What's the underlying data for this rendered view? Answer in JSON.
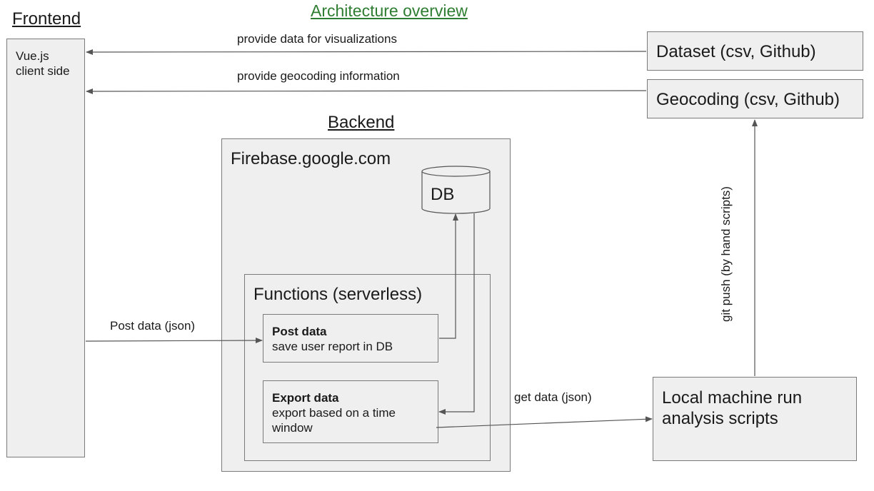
{
  "diagram": {
    "title": "Architecture overview",
    "sections": {
      "frontend": "Frontend",
      "backend": "Backend"
    },
    "nodes": {
      "vue_client": [
        "Vue.js",
        "client side"
      ],
      "dataset": "Dataset (csv, Github)",
      "geocoding": "Geocoding (csv, Github)",
      "firebase": "Firebase.google.com",
      "db": "DB",
      "functions": "Functions (serverless)",
      "post_data": {
        "title": "Post data",
        "desc": "save user report in DB"
      },
      "export_data": {
        "title": "Export data",
        "desc": "export based on a time window"
      },
      "local_machine": "Local machine run analysis scripts"
    },
    "edges": {
      "dataset_to_client": "provide data for visualizations",
      "geocoding_to_client": "provide geocoding information",
      "client_to_post": "Post data (json)",
      "export_to_local": "get data (json)",
      "local_to_geocoding": "git push (by hand scripts)"
    },
    "colors": {
      "title": "#2e7d32",
      "box_fill": "#efefef",
      "box_border": "#7a7a7a",
      "arrow": "#555555"
    }
  }
}
